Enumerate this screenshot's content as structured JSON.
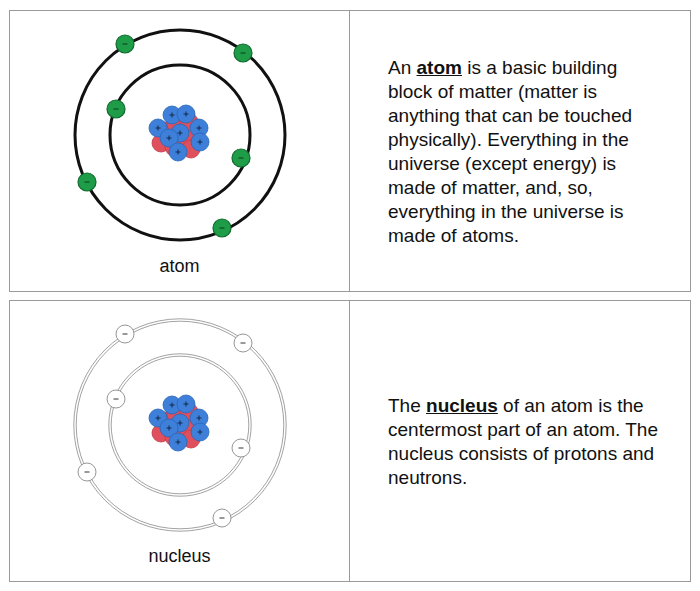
{
  "diagram": {
    "nodes": [
      {
        "text": [
          "atom"
        ]
      },
      {
        "text": [
          "An atom is a basic building block of matter (matter is anything that can be touched physically). Everything in the universe (except energy) is made of matter, and, so, everything in the universe is made of atoms."
        ]
      },
      {
        "text": [
          "nucleus"
        ]
      },
      {
        "text": [
          "The nucleus of an atom is the centermost part of an atom. The nucleus consists of protons and neutrons."
        ]
      }
    ]
  }
}
